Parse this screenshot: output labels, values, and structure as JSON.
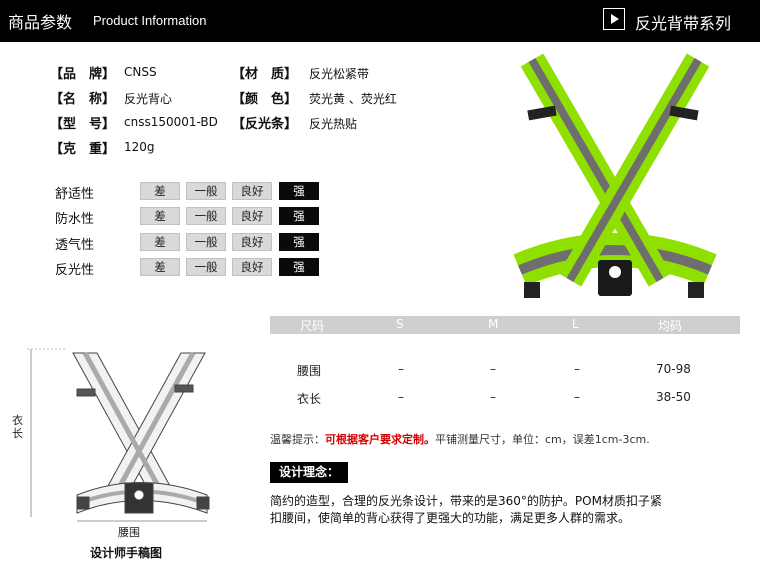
{
  "header": {
    "title_cn": "商品参数",
    "title_en": "Product Information",
    "series": "反光背带系列",
    "play_icon": "play-icon"
  },
  "specs": {
    "brand_k": "【品　牌】",
    "brand_v": "CNSS",
    "name_k": "【名　称】",
    "name_v": "反光背心",
    "model_k": "【型　号】",
    "model_v": "cnss150001-BD",
    "weight_k": "【克　重】",
    "weight_v": "120g",
    "material_k": "【材　质】",
    "material_v": "反光松紧带",
    "color_k": "【颜　色】",
    "color_v": "荧光黄 、荧光红",
    "strip_k": "【反光条】",
    "strip_v": "反光热贴"
  },
  "ratings": {
    "levels": [
      "差",
      "一般",
      "良好",
      "强"
    ],
    "rows": [
      {
        "label": "舒适性",
        "selected": 3
      },
      {
        "label": "防水性",
        "selected": 3
      },
      {
        "label": "透气性",
        "selected": 3
      },
      {
        "label": "反光性",
        "selected": 3
      }
    ]
  },
  "size_table": {
    "headers": [
      "尺码",
      "S",
      "M",
      "L",
      "均码"
    ],
    "rows": [
      {
        "name": "腰围",
        "cells": [
          "–",
          "–",
          "–",
          "70-98"
        ]
      },
      {
        "name": "衣长",
        "cells": [
          "–",
          "–",
          "–",
          "38-50"
        ]
      }
    ]
  },
  "tip": {
    "prefix": "温馨提示：",
    "red": "可根据客户要求定制。",
    "rest": "平铺测量尺寸，单位：cm，误差1cm-3cm."
  },
  "concept": {
    "title": "设计理念：",
    "body": "简约的造型，合理的反光条设计，带来的是360°的防护。POM材质扣子紧扣腰间，使简单的背心获得了更强大的功能，满足更多人群的需求。"
  },
  "sketch": {
    "caption": "设计师手稿图",
    "waist": "腰围",
    "length": "衣长"
  },
  "colors": {
    "neon_green": "#8fe000",
    "reflective_gray": "#6e6e6e",
    "header_bg": "#000000",
    "tip_red": "#d40000"
  }
}
